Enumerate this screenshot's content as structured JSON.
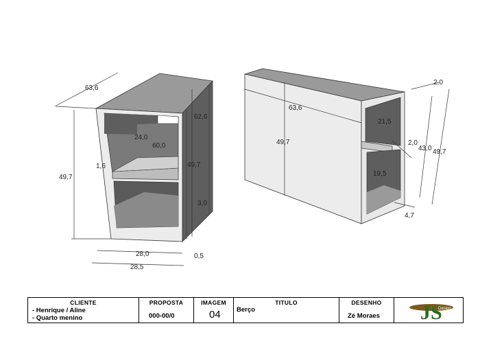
{
  "left_view": {
    "dims": {
      "depth_top": "63,6",
      "height": "49,7",
      "width_inner": "24,0",
      "depth_inner": "60,0",
      "shelf_thk": "1,6",
      "side_top": "62,6",
      "side_height": "49,7",
      "side_small": "3,0",
      "base_width": "28,0",
      "overall_width": "28,5",
      "base_thk": "0,5"
    }
  },
  "right_view": {
    "dims": {
      "depth_top": "63,6",
      "height": "49,7",
      "upper_open": "21,5",
      "lower_open": "19,5",
      "shelf_thk": "2,0",
      "top_thk": "2,0",
      "inner_height": "43,0",
      "outer_height": "49,7",
      "base_offset": "4,7"
    }
  },
  "title_block": {
    "cliente_label": "CLIENTE",
    "cliente_line1": "- Henrique / Aline",
    "cliente_line2": "- Quarto menino",
    "proposta_label": "PROPOSTA",
    "proposta_value": "000-00/0",
    "imagem_label": "IMAGEM",
    "imagem_value": "04",
    "titulo_label": "TITULO",
    "titulo_value": "Berço",
    "desenho_label": "DESENHO",
    "desenho_value": "Zé Moraes",
    "logo_text": "JS",
    "logo_sub": "Design"
  },
  "colors": {
    "panel_light": "#ececec",
    "panel_mid": "#9a9a9a",
    "panel_dark": "#5e5e5e",
    "logo_green": "#2e6b1f",
    "logo_brown": "#7a5a1e"
  }
}
